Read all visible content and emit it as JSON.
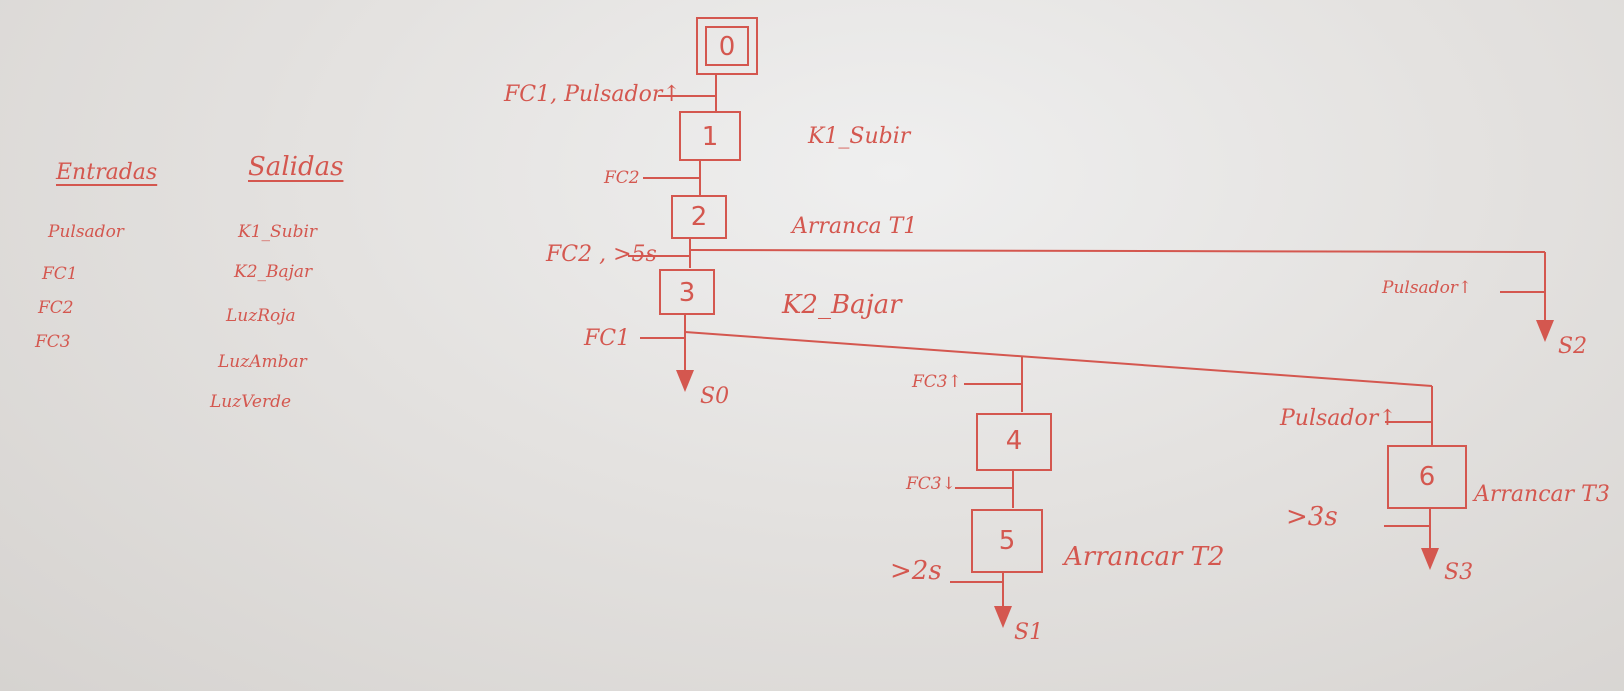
{
  "legend": {
    "inputs_header": "Entradas",
    "outputs_header": "Salidas",
    "inputs": [
      "Pulsador",
      "FC1",
      "FC2",
      "FC3"
    ],
    "outputs": [
      "K1_Subir",
      "K2_Bajar",
      "LuzRoja",
      "LuzAmbar",
      "LuzVerde"
    ]
  },
  "steps": {
    "s0": "0",
    "s1": "1",
    "s2": "2",
    "s3": "3",
    "s4": "4",
    "s5": "5",
    "s6": "6"
  },
  "actions": {
    "a1": "K1_Subir",
    "a2": "Arranca T1",
    "a3": "K2_Bajar",
    "a5": "Arrancar T2",
    "a6": "Arrancar T3"
  },
  "transitions": {
    "t0": "FC1, Pulsador↑",
    "t1": "FC2",
    "t2": "FC2 , >5s",
    "t3": "FC1",
    "t_branch_s2": "Pulsador↑",
    "t_fc3_up": "FC3↑",
    "t_fc3_down": "FC3↓",
    "t5": ">2s",
    "t_branch_6": "Pulsador↑",
    "t6": ">3s"
  },
  "jumps": {
    "j0": "S0",
    "j1": "S1",
    "j2": "S2",
    "j3": "S3"
  }
}
